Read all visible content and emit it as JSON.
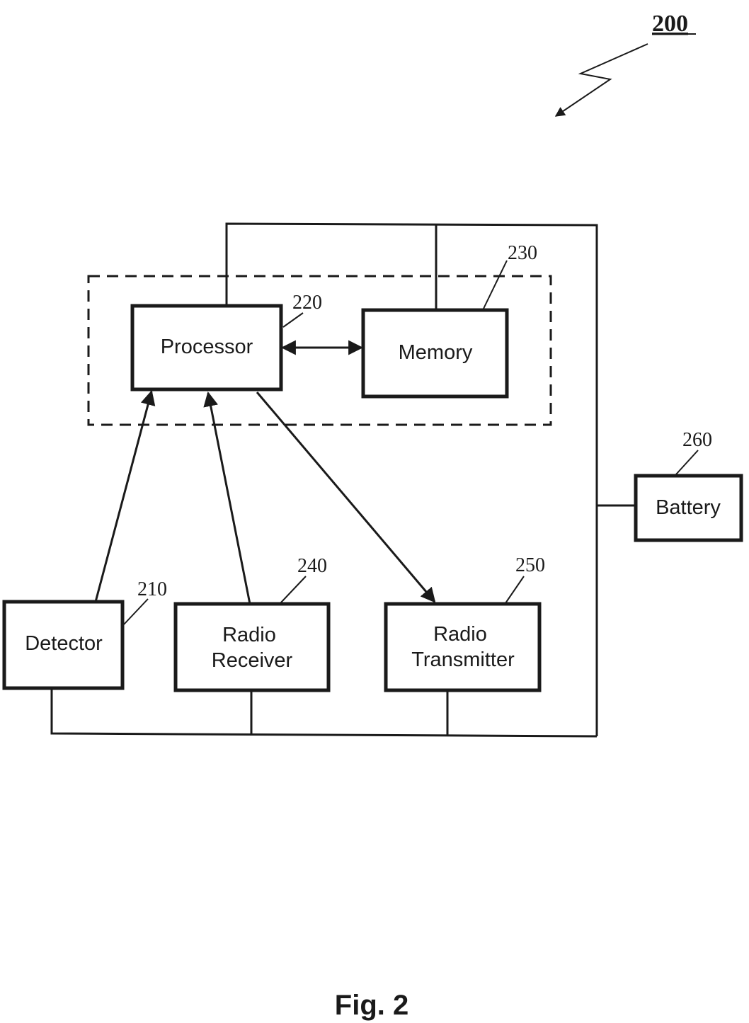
{
  "figure": {
    "number": "200",
    "caption": "Fig. 2"
  },
  "blocks": {
    "processor": {
      "label": "Processor",
      "ref": "220"
    },
    "memory": {
      "label": "Memory",
      "ref": "230"
    },
    "detector": {
      "label": "Detector",
      "ref": "210"
    },
    "radio_receiver": {
      "label_lines": [
        "Radio",
        "Receiver"
      ],
      "ref": "240"
    },
    "radio_transmitter": {
      "label_lines": [
        "Radio",
        "Transmitter"
      ],
      "ref": "250"
    },
    "battery": {
      "label": "Battery",
      "ref": "260"
    }
  },
  "colors": {
    "ink": "#1a1a1a",
    "paper": "#ffffff"
  }
}
